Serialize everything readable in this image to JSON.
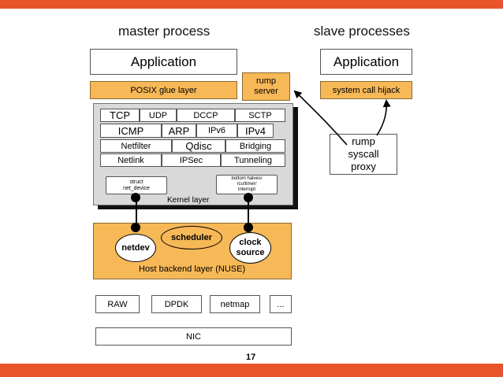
{
  "headings": {
    "master": "master process",
    "slave": "slave processes"
  },
  "master_app": "Application",
  "slave_app": "Application",
  "posix_glue": "POSIX glue layer",
  "rump_server": [
    "rump",
    "server"
  ],
  "syscall_hijack": "system call hijack",
  "rump_proxy": [
    "rump",
    "syscall",
    "proxy"
  ],
  "kernel": {
    "rows": [
      [
        "TCP",
        "UDP",
        "DCCP",
        "SCTP"
      ],
      [
        "ICMP",
        "ARP",
        "IPv6",
        "IPv4"
      ],
      [
        "Netfilter",
        "Qdisc",
        "Bridging"
      ],
      [
        "Netlink",
        "IPSec",
        "Tunneling"
      ]
    ],
    "struct_box": [
      "struct",
      "net_device"
    ],
    "bottom_box": [
      "bottom halves/",
      "rcu/timer/",
      "interrupt"
    ],
    "label": "Kernel layer"
  },
  "host": {
    "netdev": "netdev",
    "scheduler": "scheduler",
    "clock": [
      "clock",
      "source"
    ],
    "label": "Host backend layer (NUSE)"
  },
  "drivers": [
    "RAW",
    "DPDK",
    "netmap",
    "..."
  ],
  "nic": "NIC",
  "page_number": "17",
  "colors": {
    "accent": "#e8552a",
    "orange": "#f7b857",
    "gray": "#d8d8d8"
  }
}
